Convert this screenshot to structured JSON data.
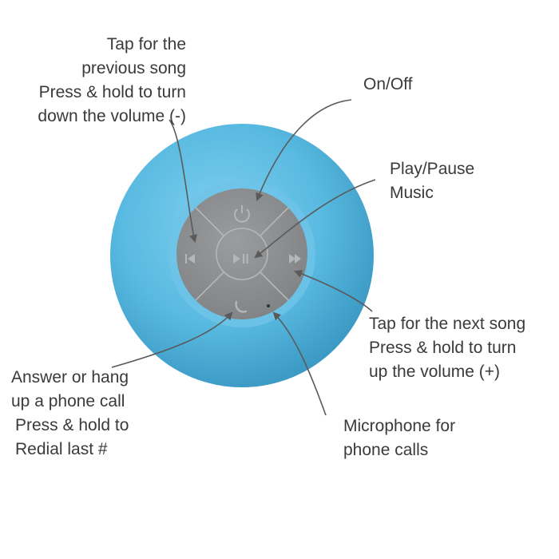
{
  "labels": {
    "previous": [
      "Tap for the",
      "previous song",
      "Press & hold to turn",
      "down the volume (-)"
    ],
    "power": [
      "On/Off"
    ],
    "play": [
      "Play/Pause",
      "Music"
    ],
    "next": [
      "Tap for the next song",
      "Press & hold to turn",
      "up the volume (+)"
    ],
    "phone": [
      "Answer or hang",
      "up a phone call",
      "Press & hold to",
      "Redial last #"
    ],
    "mic": [
      "Microphone for",
      "phone calls"
    ]
  },
  "colors": {
    "body": "#58b9e0",
    "body_shade": "#3f9dc6",
    "panel": "#8a8c8e",
    "panel_ring": "#6fc3e8",
    "text": "#3a3a3a",
    "leader": "#5a5a5a"
  },
  "icons": {
    "power": "power-icon",
    "prev": "previous-track-icon",
    "play": "play-pause-icon",
    "next": "next-track-icon",
    "phone": "phone-icon",
    "mic": "microphone-hole-icon"
  }
}
